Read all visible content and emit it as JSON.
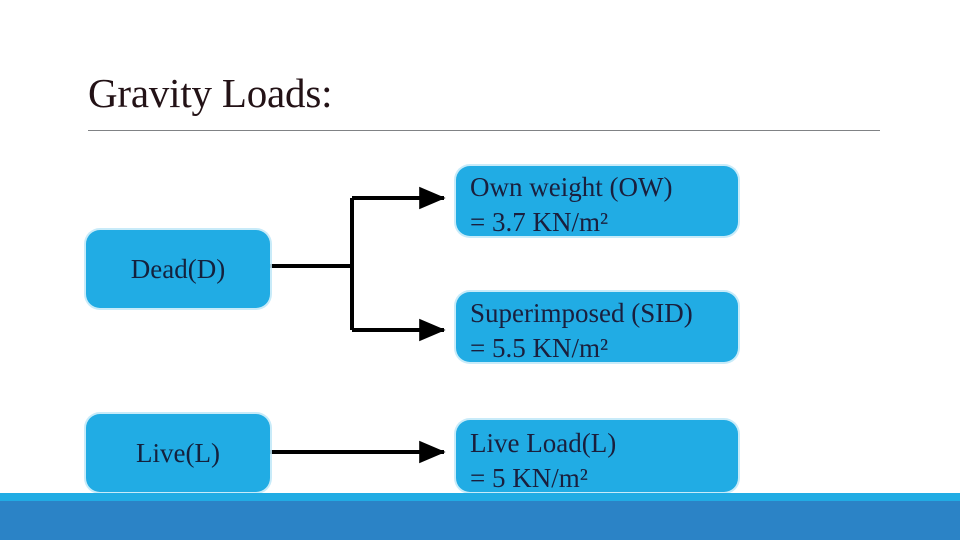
{
  "slide": {
    "title": "Gravity Loads:",
    "accent_color": "#21ace4",
    "bar_color": "#2b83c6",
    "title_color": "#231216",
    "rule_color": "#808285"
  },
  "diagram": {
    "type": "flow",
    "nodes": [
      {
        "id": "dead",
        "label": "Dead(D)"
      },
      {
        "id": "live",
        "label": "Live(L)"
      },
      {
        "id": "own_weight",
        "line1": "Own weight (OW)",
        "line2": "= 3.7 KN/m²"
      },
      {
        "id": "superimposed",
        "line1": "Superimposed (SID)",
        "line2": "= 5.5 KN/m²"
      },
      {
        "id": "live_load",
        "line1": "Live Load(L)",
        "line2": "= 5 KN/m²"
      }
    ],
    "edges": [
      {
        "from": "dead",
        "to": "own_weight"
      },
      {
        "from": "dead",
        "to": "superimposed"
      },
      {
        "from": "live",
        "to": "live_load"
      }
    ]
  }
}
